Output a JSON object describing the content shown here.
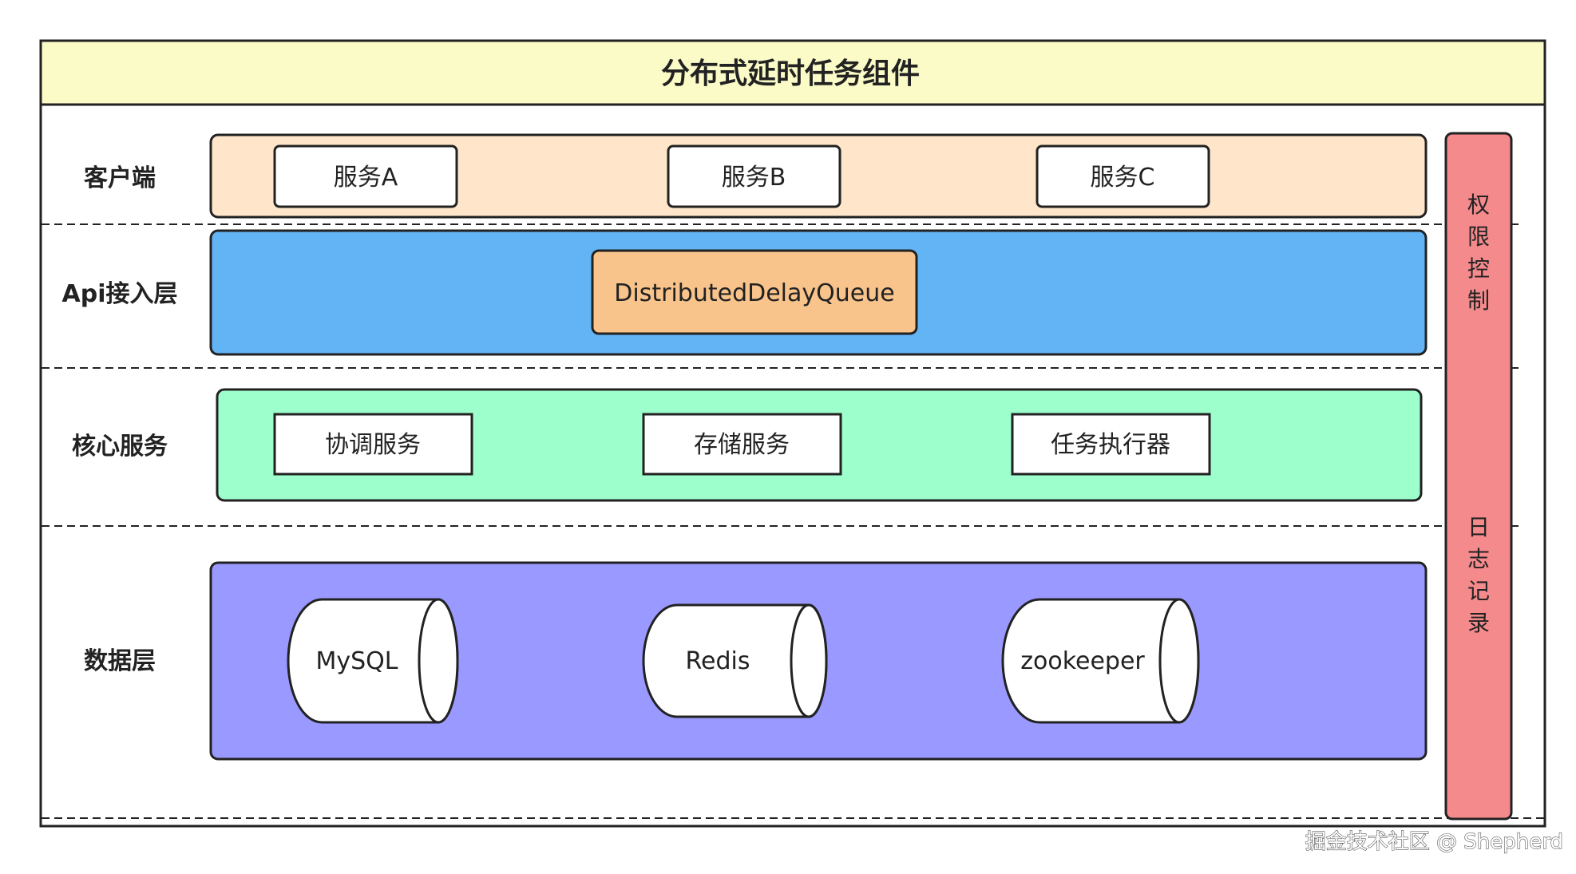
{
  "title": "分布式延时任务组件",
  "layers": {
    "client": {
      "label": "客户端",
      "items": [
        "服务A",
        "服务B",
        "服务C"
      ]
    },
    "api": {
      "label": "Api接入层",
      "items": [
        "DistributedDelayQueue"
      ]
    },
    "core": {
      "label": "核心服务",
      "items": [
        "协调服务",
        "存储服务",
        "任务执行器"
      ]
    },
    "data": {
      "label": "数据层",
      "items": [
        "MySQL",
        "Redis",
        "zookeeper"
      ]
    }
  },
  "side_panel": {
    "top_chars": [
      "权",
      "限",
      "控",
      "制"
    ],
    "bottom_chars": [
      "日",
      "志",
      "记",
      "录"
    ]
  },
  "watermark": "掘金技术社区 @ Shepherd",
  "colors": {
    "title_bg": "#fbfbc7",
    "client_bg": "#ffe6cb",
    "api_bg": "#63b4f5",
    "api_box": "#f9c48c",
    "core_bg": "#9cffcc",
    "data_bg": "#9999ff",
    "side_bg": "#f58a8d",
    "stroke": "#222222"
  }
}
